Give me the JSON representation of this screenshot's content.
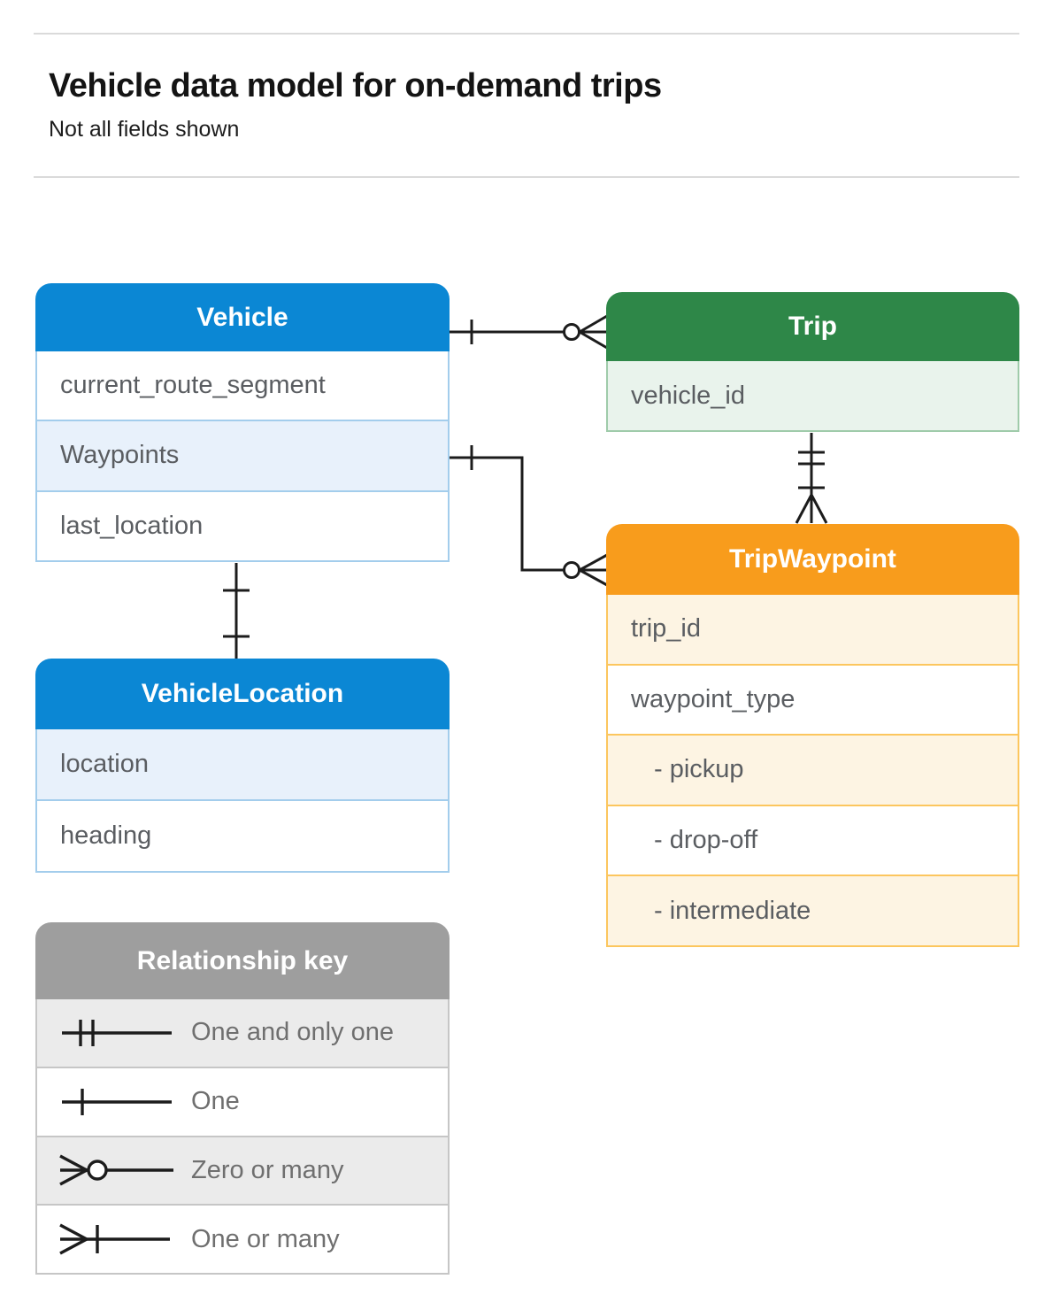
{
  "page": {
    "title": "Vehicle data model for on-demand trips",
    "subtitle": "Not all fields shown"
  },
  "entities": {
    "vehicle": {
      "title": "Vehicle",
      "header_color": "#0b87d4",
      "fields": [
        "current_route_segment",
        "Waypoints",
        "last_location"
      ]
    },
    "trip": {
      "title": "Trip",
      "header_color": "#2e8748",
      "fields": [
        "vehicle_id"
      ]
    },
    "trip_waypoint": {
      "title": "TripWaypoint",
      "header_color": "#f89c1c",
      "fields": [
        "trip_id",
        "waypoint_type",
        "- pickup",
        "- drop-off",
        "- intermediate"
      ]
    },
    "vehicle_location": {
      "title": "VehicleLocation",
      "header_color": "#0b87d4",
      "fields": [
        "location",
        "heading"
      ]
    }
  },
  "relationships": [
    {
      "from": "Vehicle",
      "to": "Trip",
      "from_cardinality": "one",
      "to_cardinality": "zero or many"
    },
    {
      "from": "Vehicle.Waypoints",
      "to": "TripWaypoint",
      "from_cardinality": "one",
      "to_cardinality": "zero or many"
    },
    {
      "from": "Trip.vehicle_id",
      "to": "TripWaypoint",
      "from_cardinality": "one and only one",
      "to_cardinality": "one or many"
    },
    {
      "from": "Vehicle.last_location",
      "to": "VehicleLocation",
      "from_cardinality": "one",
      "to_cardinality": "one"
    }
  ],
  "key": {
    "title": "Relationship key",
    "items": [
      {
        "symbol": "one-and-only-one",
        "label": "One and only one"
      },
      {
        "symbol": "one",
        "label": "One"
      },
      {
        "symbol": "zero-or-many",
        "label": "Zero or many"
      },
      {
        "symbol": "one-or-many",
        "label": "One or many"
      }
    ]
  },
  "colors": {
    "blue_header": "#0b87d4",
    "blue_row": "#e8f1fb",
    "blue_border": "#a3cdec",
    "green_header": "#2e8748",
    "green_row": "#e9f3ec",
    "green_border": "#9fcbaa",
    "orange_header": "#f89c1c",
    "orange_row": "#fdf4e3",
    "orange_border": "#fcc65e",
    "gray_header": "#9e9e9e",
    "gray_row": "#ebebeb",
    "gray_border": "#c6c6c6",
    "field_text": "#5a5d61",
    "connector": "#1c1c1c"
  }
}
